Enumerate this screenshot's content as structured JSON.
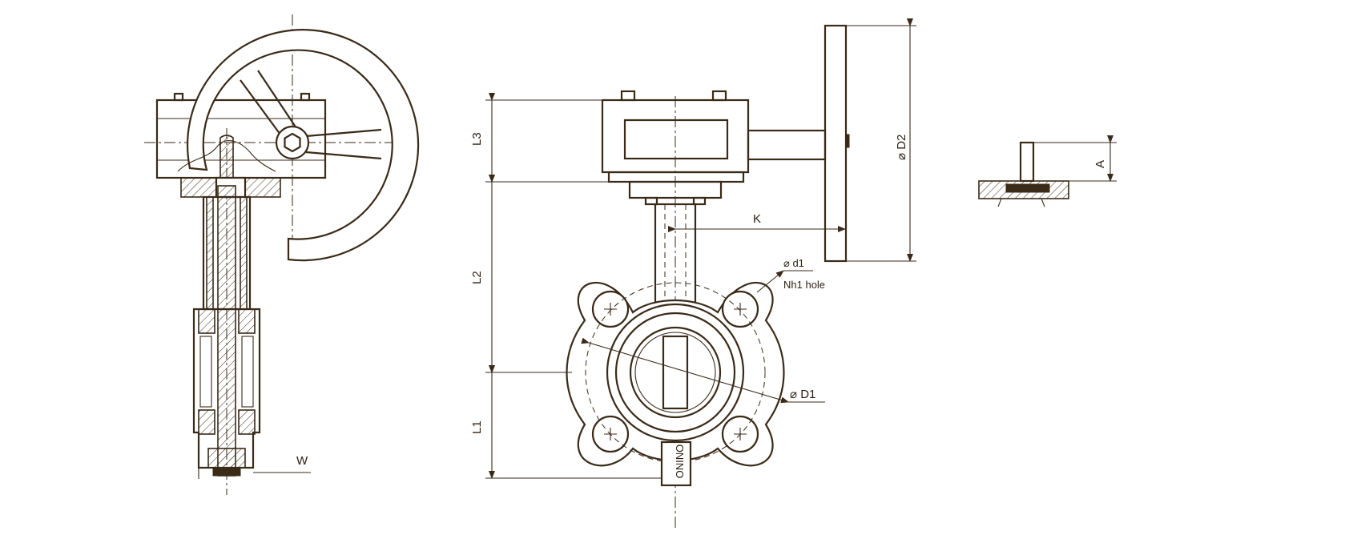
{
  "labels": {
    "w": "W",
    "l3": "L3",
    "l2": "L2",
    "l1": "L1",
    "k": "K",
    "d2": "⌀ D2",
    "d1_small": "⌀ d1",
    "nh1_hole": "Nh1 hole",
    "d1_big": "⌀ D1",
    "a": "A",
    "body_marking": "ONINO"
  },
  "colors": {
    "line": "#3a2a18",
    "background": "#ffffff"
  }
}
